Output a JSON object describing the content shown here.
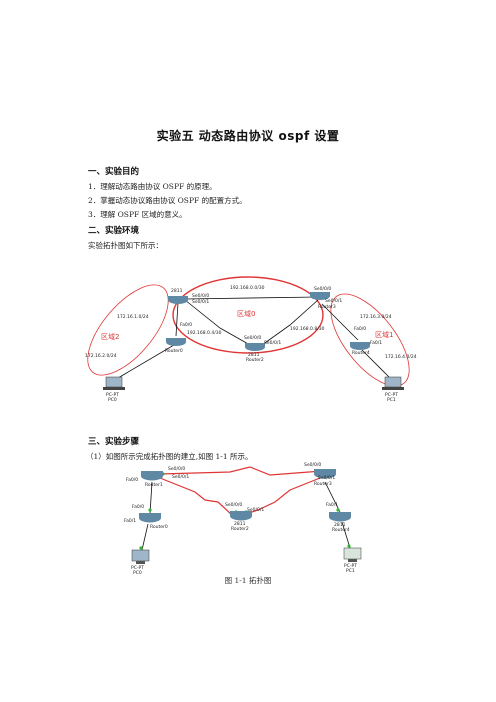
{
  "title": "实验五   动态路由协议 ospf 设置",
  "section1": {
    "heading": "一、实验目的",
    "items": [
      "1．理解动态路由协议 OSPF 的原理。",
      "2．掌握动态协议路由协议 OSPF 的配置方式。",
      "3．理解 OSPF 区域的意义。"
    ]
  },
  "section2": {
    "heading": "二、实验环境",
    "intro": "实验拓扑图如下所示："
  },
  "section3": {
    "heading": "三、实验步骤",
    "step1": "（1）如图所示完成拓扑图的建立,如图 1-1 所示。"
  },
  "caption": "图 1-1 拓扑图",
  "diagram1": {
    "nets": {
      "top": "192.168.0.0/30",
      "left": "192.168.0.4/30",
      "right": "192.168.0.8/30",
      "lan_left_top": "172.16.1.0/24",
      "lan_left_bottom": "172.16.2.0/24",
      "lan_right_top": "172.16.3.0/24",
      "lan_right_bottom": "172.16.4.0/24"
    },
    "areas": {
      "area0": "区域0",
      "area1": "区域1",
      "area2": "区域2"
    },
    "routers": {
      "r1": "2811",
      "r1_ports": "Se0/0/0",
      "r2": "2811",
      "r2_name": "Router2",
      "r3": "Router3",
      "r0": "Router0",
      "r4": "Router4"
    },
    "ports": {
      "se001": "Se0/0/1",
      "se000": "Se0/0/0",
      "fa00": "Fa0/0",
      "fa01": "Fa0/1"
    },
    "pcs": {
      "pc0": "PC-PT",
      "pc0_name": "PC0",
      "pc1": "PC-PT",
      "pc1_name": "PC1"
    }
  },
  "diagram2": {
    "routers": {
      "r1": "Router1",
      "r0": "Router0",
      "r2_model": "2811",
      "r2": "Router2",
      "r3": "Router3",
      "r4_model": "2811",
      "r4": "Router4"
    },
    "ports": {
      "se000": "Se0/0/0",
      "se001": "Se0/0/1",
      "fa00": "Fa0/0",
      "fa01": "Fa0/1"
    },
    "pcs": {
      "pc0": "PC-PT",
      "pc0_name": "PC0",
      "pc1": "PC-PT",
      "pc1_name": "PC1"
    }
  },
  "colors": {
    "area": "#e03535",
    "serial": "#e03535",
    "router": "#5f88a5",
    "link": "#111111"
  }
}
